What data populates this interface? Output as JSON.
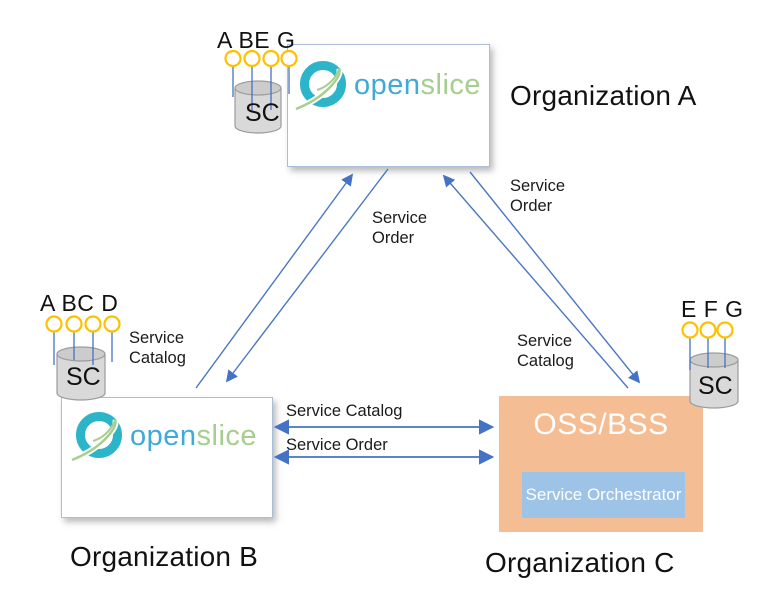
{
  "org_a": {
    "title": "Organization A",
    "interfaces": "A BE G",
    "sc_label": "SC",
    "logo_open": "open",
    "logo_slice": "slice"
  },
  "org_b": {
    "title": "Organization B",
    "interfaces": "A BC D",
    "sc_label": "SC",
    "logo_open": "open",
    "logo_slice": "slice"
  },
  "org_c": {
    "title": "Organization C",
    "interfaces": "E F G",
    "sc_label": "SC",
    "system_label": "OSS/BSS",
    "orchestrator_label": "Service Orchestrator"
  },
  "edges": {
    "ab_service_order": "Service\nOrder",
    "ac_service_order": "Service\nOrder",
    "b_service_catalog": "Service\nCatalog",
    "c_service_catalog": "Service\nCatalog",
    "bc_service_catalog": "Service Catalog",
    "bc_service_order": "Service Order"
  },
  "colors": {
    "arrow_blue": "#4472C4",
    "lollipop_yellow": "#FFC000",
    "logo_teal": "#2CB5C9",
    "logo_open_blue": "#3FA9DA",
    "logo_slice_green": "#A6CE8E",
    "org_c_box": "#F4BD94",
    "orchestrator_box": "#9DC3E6",
    "cylinder_gray": "#D9D9D9"
  }
}
